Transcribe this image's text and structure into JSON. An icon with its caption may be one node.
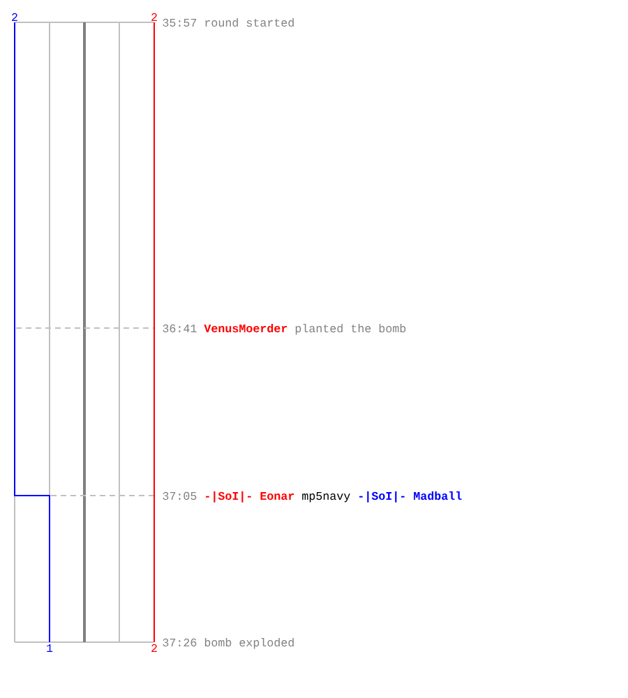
{
  "diagram": {
    "labels": [
      "2",
      "2",
      "35:57 round started",
      "36:41",
      "VenusMoerder",
      "planted the bomb",
      "37:05",
      "-|SoI|- Eonar",
      "mp5navy",
      "-|SoI|- Madball",
      "1",
      "2",
      "37:26 bomb exploded"
    ]
  }
}
